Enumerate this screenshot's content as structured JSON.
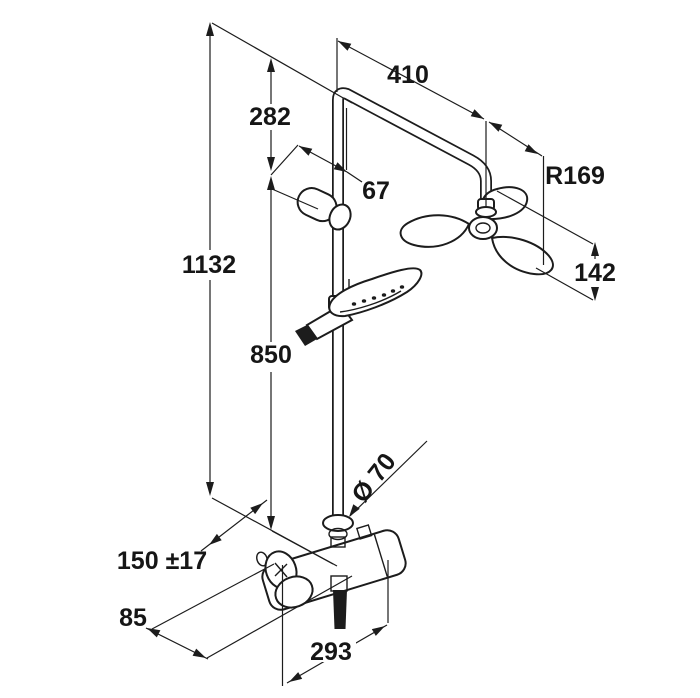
{
  "drawing": {
    "type": "technical-dimension-drawing",
    "subject": "thermostatic shower system with overhead shower, hand shower and rail",
    "line_color": "#1c1c1c",
    "background_color": "#ffffff"
  },
  "dims": {
    "total_height": "1132",
    "upper_offset": "282",
    "arm_reach": "410",
    "bracket_depth": "67",
    "arm_radius": "R169",
    "head_drop": "142",
    "rail_length": "850",
    "flange_diameter": "Ø 70",
    "supply_offset": "150 ±17",
    "handle_depth": "85",
    "valve_width": "293"
  }
}
